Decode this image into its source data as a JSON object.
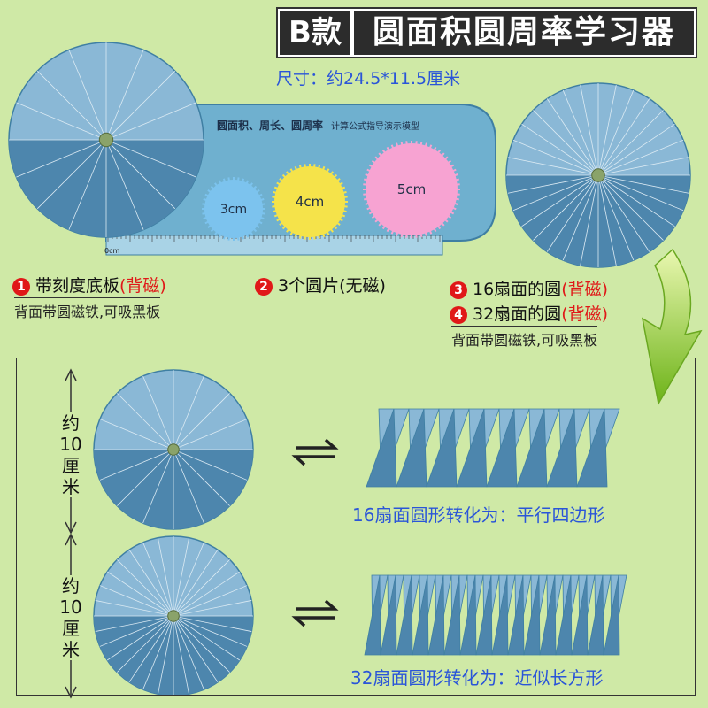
{
  "header": {
    "badge": "B款",
    "title": "圆面积圆周率学习器",
    "size": "尺寸：约24.5*11.5厘米"
  },
  "board": {
    "label": "圆面积、周长、圆周率",
    "sublabel": "计算公式指导演示模型",
    "ruler_start": "0cm",
    "circles": [
      "3cm",
      "4cm",
      "5cm"
    ]
  },
  "captions": {
    "item1_num": "1",
    "item1_text": "带刻度底板",
    "item1_red": "(背磁)",
    "item1_sub": "背面带圆磁铁,可吸黑板",
    "item2_num": "2",
    "item2_text": "3个圆片(无磁)",
    "item3_num": "3",
    "item3_text": "16扇面的圆",
    "item3_red": "(背磁)",
    "item4_num": "4",
    "item4_text": "32扇面的圆",
    "item4_red": "(背磁)",
    "item4_sub": "背面带圆磁铁,可吸黑板"
  },
  "panel": {
    "about_top": [
      "约",
      "10",
      "厘",
      "米"
    ],
    "about_bottom": [
      "约",
      "10",
      "厘",
      "米"
    ],
    "convert16": "16扇面圆形转化为：平行四边形",
    "convert32": "32扇面圆形转化为：近似长方形"
  },
  "colors": {
    "background": "#cfe9a6",
    "disc_light": "#8ab8d6",
    "disc_dark": "#4d86ad",
    "title_bg": "#2c2c2c",
    "accent_blue": "#2a55d8",
    "accent_red": "#e01818",
    "arrow_green": "#8fcc30"
  }
}
